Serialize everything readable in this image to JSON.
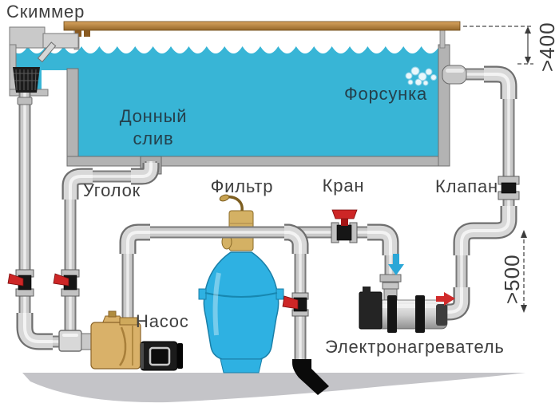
{
  "labels": {
    "skimmer": "Скиммер",
    "jet": "Форсунка",
    "bottom_drain_line1": "Донный",
    "bottom_drain_line2": "слив",
    "elbow": "Уголок",
    "filter": "Фильтр",
    "tap": "Кран",
    "check_valve": "Клапан",
    "pump": "Насос",
    "heater": "Электронагреватель"
  },
  "dimensions": {
    "jet_depth": ">400",
    "return_depth": ">500"
  },
  "colors": {
    "water": "#38b5d6",
    "filter_tank": "#2eb1e2",
    "pump_body": "#d9b169",
    "wood_deck": "#c08a45",
    "ground": "#c4c4c8",
    "pipe": "#c9c9c9",
    "valve_handle_red": "#cd2626",
    "flow_in_arrow_blue": "#2ba7d7",
    "flow_out_arrow_red": "#d12b2b"
  }
}
